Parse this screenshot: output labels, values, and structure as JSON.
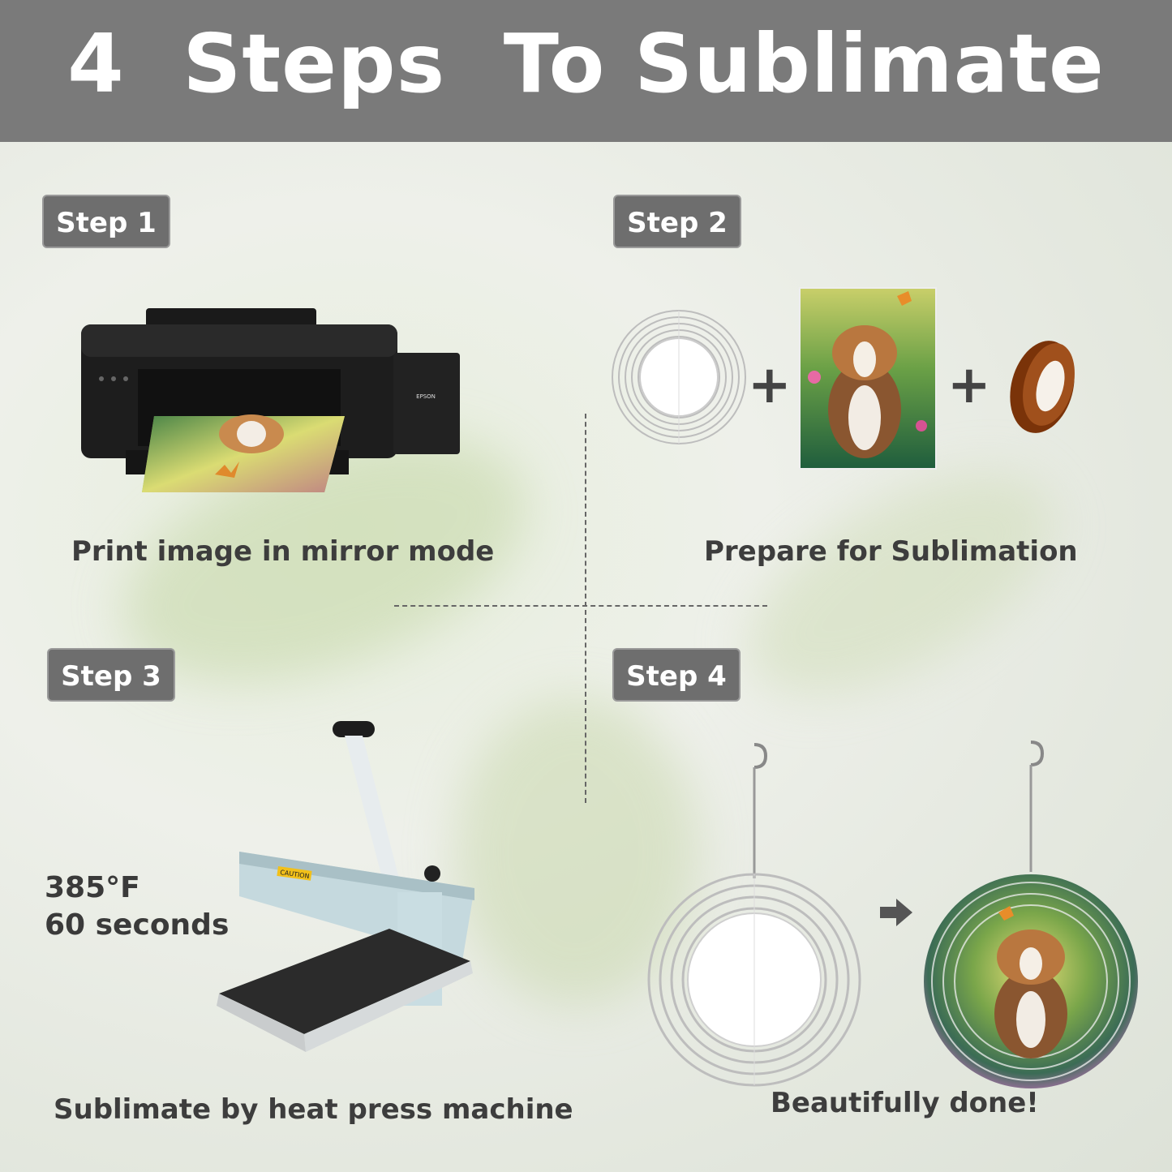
{
  "title": "4  Steps  To Sublimate",
  "steps": [
    {
      "badge": "Step 1",
      "caption": "Print image in mirror mode"
    },
    {
      "badge": "Step 2",
      "caption": "Prepare for Sublimation"
    },
    {
      "badge": "Step 3",
      "caption": "Sublimate by heat press machine"
    },
    {
      "badge": "Step 4",
      "caption": "Beautifully done!"
    }
  ],
  "heat_settings": {
    "temperature": "385°F",
    "time": "60 seconds"
  },
  "printer_brand": "EPSON",
  "press_label": "CAUTION",
  "plus_sign": "+",
  "colors": {
    "header": "#7a7a7a",
    "badge": "#6e6e6e",
    "caption": "#3d3d3d",
    "tape": "#8a3b0c"
  },
  "icons": [
    "printer-icon",
    "blank-spinner-icon",
    "photo-print-icon",
    "heat-tape-icon",
    "heat-press-icon",
    "arrow-right-icon",
    "finished-spinner-icon"
  ]
}
